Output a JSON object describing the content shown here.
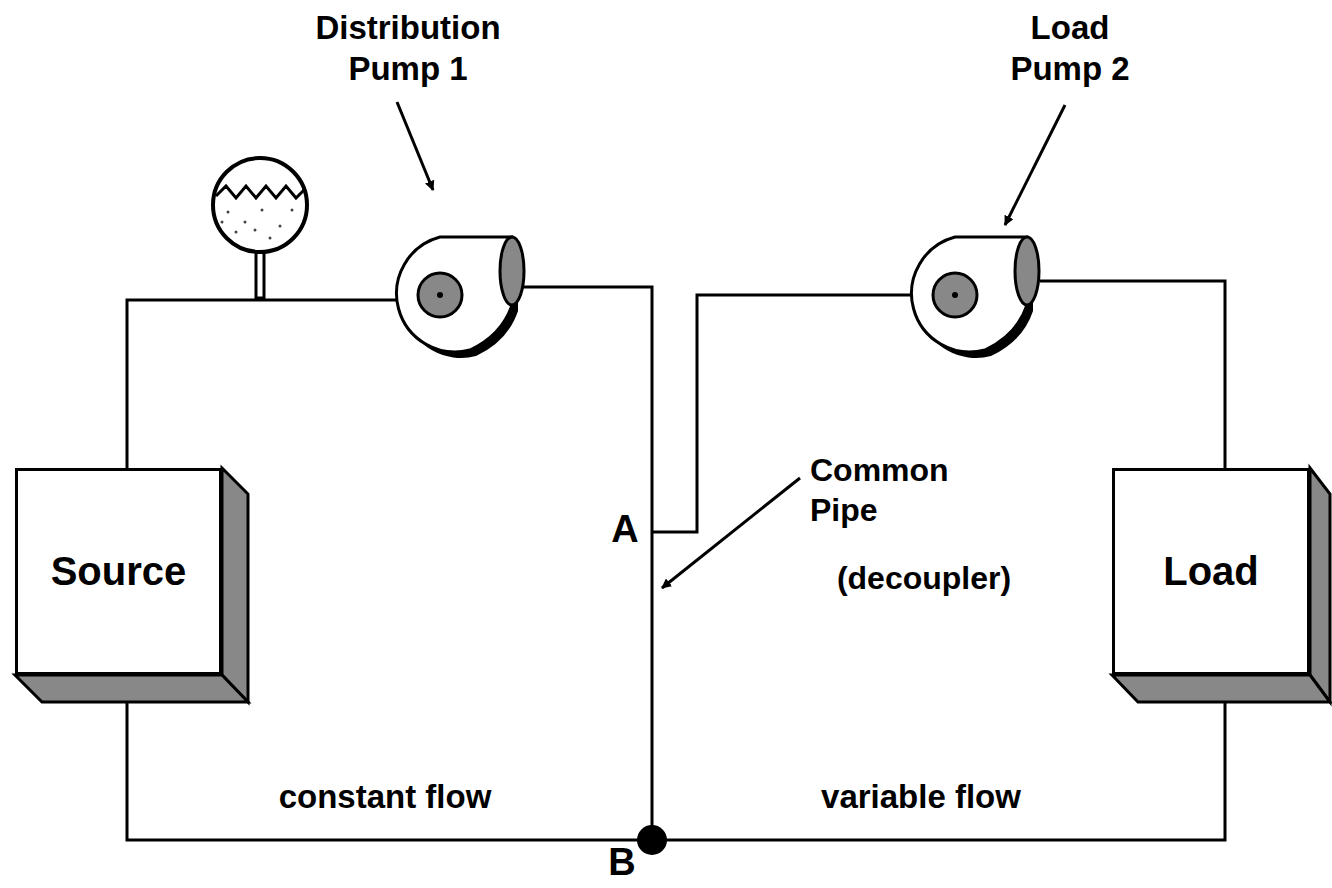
{
  "diagram": {
    "nodes": [
      {
        "text": [
          "Source"
        ]
      },
      {
        "text": [
          "Load"
        ]
      }
    ],
    "edges": [
      {
        "from": 0,
        "to": 1,
        "arrow": "none"
      }
    ],
    "labels": [
      "Distribution Pump 1",
      "Load Pump 2",
      "A",
      "Common Pipe",
      "(decoupler)",
      "constant flow",
      "variable flow",
      "B"
    ]
  }
}
